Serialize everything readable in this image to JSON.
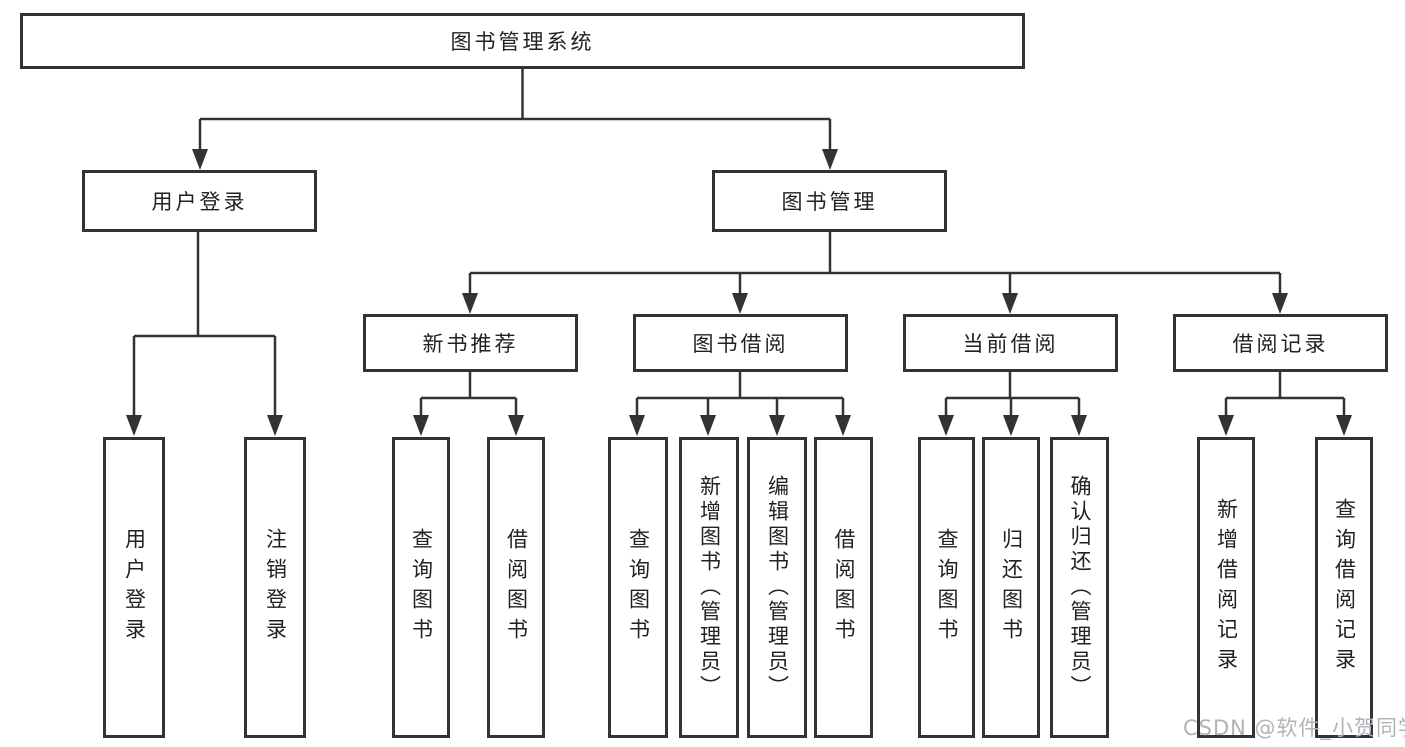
{
  "tree": {
    "root": {
      "label": "图书管理系统"
    },
    "user_login": {
      "label": "用户登录",
      "children": [
        {
          "label": "用户登录"
        },
        {
          "label": "注销登录"
        }
      ]
    },
    "book_management": {
      "label": "图书管理",
      "groups": [
        {
          "label": "新书推荐",
          "children": [
            {
              "label": "查询图书"
            },
            {
              "label": "借阅图书"
            }
          ]
        },
        {
          "label": "图书借阅",
          "children": [
            {
              "label": "查询图书"
            },
            {
              "label": "新增图书（管理员）"
            },
            {
              "label": "编辑图书（管理员）"
            },
            {
              "label": "借阅图书"
            }
          ]
        },
        {
          "label": "当前借阅",
          "children": [
            {
              "label": "查询图书"
            },
            {
              "label": "归还图书"
            },
            {
              "label": "确认归还（管理员）"
            }
          ]
        },
        {
          "label": "借阅记录",
          "children": [
            {
              "label": "新增借阅记录"
            },
            {
              "label": "查询借阅记录"
            }
          ]
        }
      ]
    }
  },
  "watermark": "CSDN @软件_小贺同学",
  "colors": {
    "line": "#333333",
    "box_border": "#333333",
    "box_fill": "#ffffff",
    "text": "#222222",
    "watermark": "#b0b3b8"
  }
}
